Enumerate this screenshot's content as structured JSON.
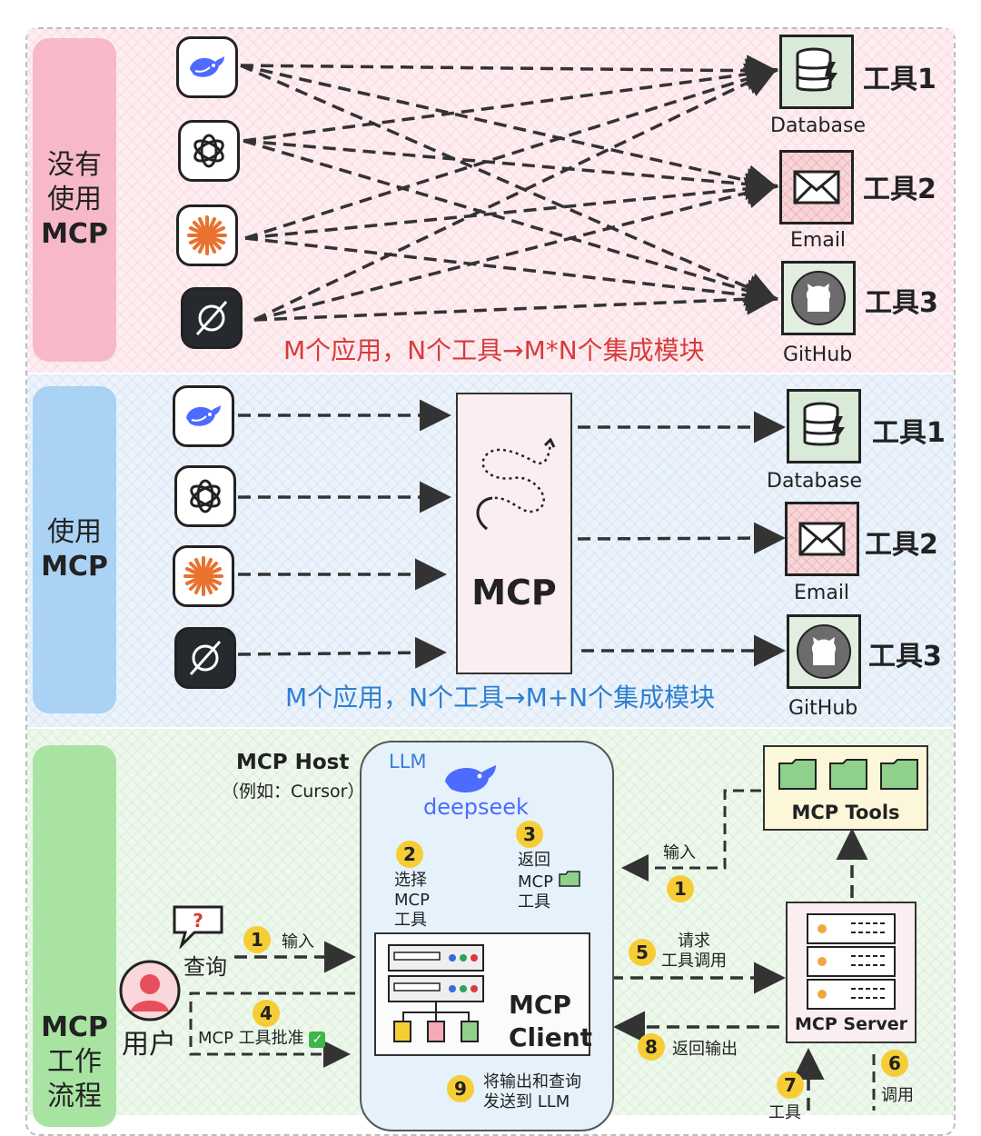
{
  "section1": {
    "side_label": [
      "没有",
      "使用"
    ],
    "side_bold": "MCP",
    "caption": "M个应用，N个工具→M*N个集成模块",
    "caption_color": "#d93a3a"
  },
  "section2": {
    "side_label": [
      "使用"
    ],
    "side_bold": "MCP",
    "center_label": "MCP",
    "caption": "M个应用，N个工具→M+N个集成模块",
    "caption_color": "#2f7fd0"
  },
  "tools": [
    {
      "name": "工具1",
      "label": "Database",
      "icon": "database-icon"
    },
    {
      "name": "工具2",
      "label": "Email",
      "icon": "mail-icon"
    },
    {
      "name": "工具3",
      "label": "GitHub",
      "icon": "github-icon"
    }
  ],
  "apps": [
    {
      "icon": "deepseek-whale-icon"
    },
    {
      "icon": "openai-icon"
    },
    {
      "icon": "claude-sunburst-icon"
    },
    {
      "icon": "perplexity-icon"
    }
  ],
  "section3": {
    "side_bold": "MCP",
    "side_label": [
      "工作",
      "流程"
    ],
    "host_title": "MCP Host",
    "host_example": "（例如：Cursor）",
    "llm_label": "LLM",
    "llm_brand": "deepseek",
    "client_line1": "MCP",
    "client_line2": "Client",
    "tools_box": "MCP Tools",
    "server_box": "MCP Server",
    "user_label": "用户",
    "query_label": "查询",
    "steps": {
      "s1_input": "输入",
      "s2_lines": [
        "选择",
        "MCP",
        "工具"
      ],
      "s3_lines": [
        "返回",
        "MCP",
        "工具"
      ],
      "s4": "MCP 工具批准",
      "s5_lines": [
        "请求",
        "工具调用"
      ],
      "s6": "调用",
      "s7": "工具",
      "s8": "返回输出",
      "s9_lines": [
        "将输出和查询",
        "发送到 LLM"
      ],
      "tools_input": "输入"
    },
    "numbers": [
      "1",
      "2",
      "3",
      "4",
      "5",
      "1",
      "6",
      "7",
      "8",
      "9"
    ]
  }
}
